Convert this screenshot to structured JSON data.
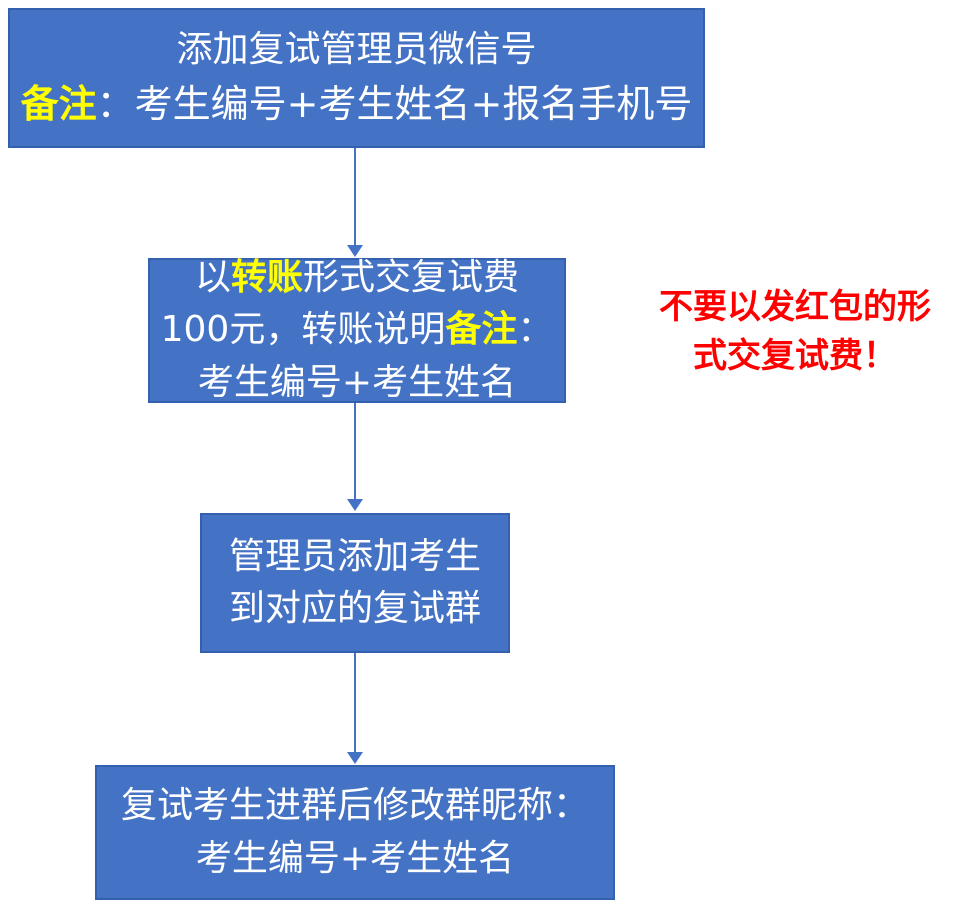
{
  "colors": {
    "box_fill": "#4472C4",
    "box_border": "#3461AE",
    "text": "#FFFFFF",
    "highlight": "#FFFF00",
    "warning": "#FF0000",
    "arrow": "#4472C4",
    "background": "#FFFFFF"
  },
  "flowchart": {
    "step1": {
      "line1": "添加复试管理员微信号",
      "line2_highlight": "备注",
      "line2_rest": "：考生编号+考生姓名+报名手机号"
    },
    "step2": {
      "line1_pre": "以",
      "line1_highlight": "转账",
      "line1_post": "形式交复试费",
      "line2_pre": "100元，转账说明",
      "line2_highlight": "备注",
      "line2_post": "：",
      "line3": "考生编号+考生姓名"
    },
    "step3": {
      "line1": "管理员添加考生",
      "line2": "到对应的复试群"
    },
    "step4": {
      "line1": "复试考生进群后修改群昵称：",
      "line2": "考生编号+考生姓名"
    },
    "warning": {
      "line1": "不要以发红包的形",
      "line2": "式交复试费！"
    }
  }
}
